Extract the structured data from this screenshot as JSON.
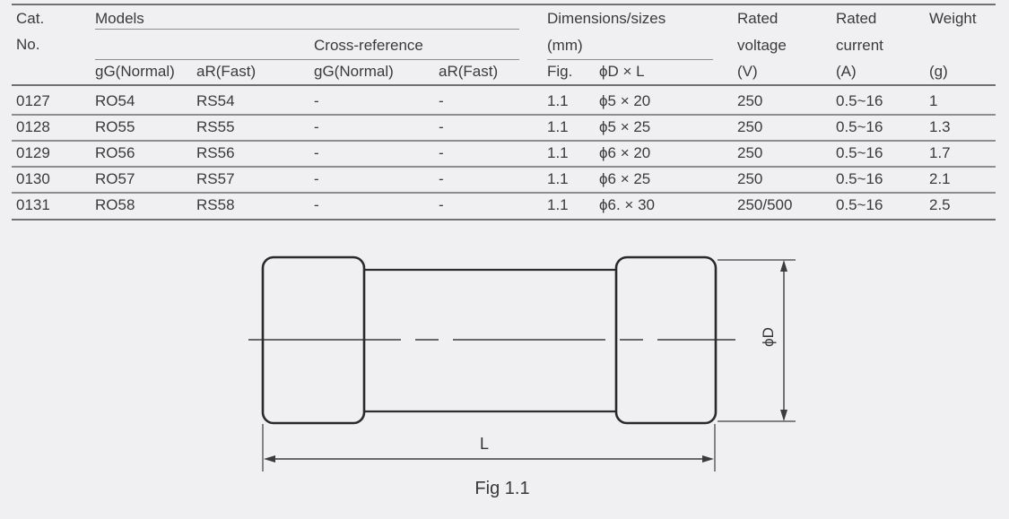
{
  "table": {
    "header": {
      "cat_line1": "Cat.",
      "cat_line2": "No.",
      "models": "Models",
      "cross_reference": "Cross-reference",
      "dimensions_line1": "Dimensions/sizes",
      "dimensions_line2": "(mm)",
      "rated_voltage_line1": "Rated",
      "rated_voltage_line2": "voltage",
      "rated_voltage_unit": "(V)",
      "rated_current_line1": "Rated",
      "rated_current_line2": "current",
      "rated_current_unit": "(A)",
      "weight_line1": "Weight",
      "weight_unit": "(g)",
      "sub_gg_normal_1": "gG(Normal)",
      "sub_ar_fast_1": "aR(Fast)",
      "sub_gg_normal_2": "gG(Normal)",
      "sub_ar_fast_2": "aR(Fast)",
      "sub_fig": "Fig.",
      "sub_d_x_l": "ϕD × L"
    },
    "rows": [
      {
        "cat": "0127",
        "gg": "RO54",
        "ar": "RS54",
        "xgg": "-",
        "xar": "-",
        "fig": "1.1",
        "dl": "ϕ5 × 20",
        "voltage": "250",
        "current": "0.5~16",
        "weight": "1"
      },
      {
        "cat": "0128",
        "gg": "RO55",
        "ar": "RS55",
        "xgg": "-",
        "xar": "-",
        "fig": "1.1",
        "dl": "ϕ5 × 25",
        "voltage": "250",
        "current": "0.5~16",
        "weight": "1.3"
      },
      {
        "cat": "0129",
        "gg": "RO56",
        "ar": "RS56",
        "xgg": "-",
        "xar": "-",
        "fig": "1.1",
        "dl": "ϕ6 × 20",
        "voltage": "250",
        "current": "0.5~16",
        "weight": "1.7"
      },
      {
        "cat": "0130",
        "gg": "RO57",
        "ar": "RS57",
        "xgg": "-",
        "xar": "-",
        "fig": "1.1",
        "dl": "ϕ6 × 25",
        "voltage": "250",
        "current": "0.5~16",
        "weight": "2.1"
      },
      {
        "cat": "0131",
        "gg": "RO58",
        "ar": "RS58",
        "xgg": "-",
        "xar": "-",
        "fig": "1.1",
        "dl": "ϕ6. × 30",
        "voltage": "250/500",
        "current": "0.5~16",
        "weight": "2.5"
      }
    ]
  },
  "figure": {
    "length_label": "L",
    "diameter_label": "ϕD",
    "caption": "Fig 1.1"
  },
  "colors": {
    "background": "#f0f0f2",
    "text": "#3a3a3c",
    "table_line": "#8d8d91",
    "table_line_strong": "#707074",
    "diagram_line": "#333335"
  }
}
